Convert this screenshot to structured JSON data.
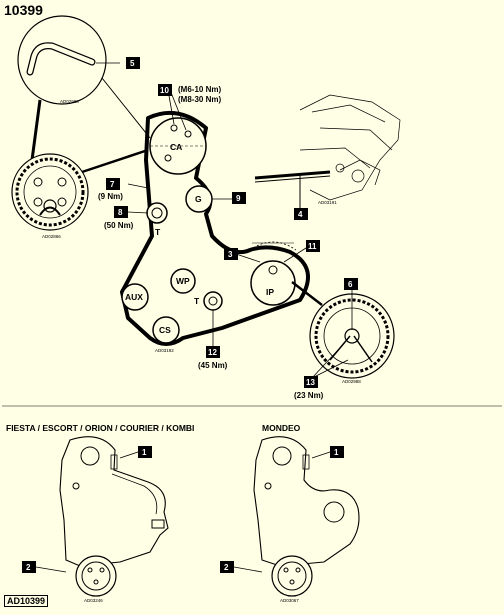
{
  "doc_number": "10399",
  "ref_tag": "AD10399",
  "torques": {
    "camshaft": [
      "(M6-10 Nm)",
      "(M8-30 Nm)"
    ],
    "item7": "(9 Nm)",
    "item8": "(50 Nm)",
    "item12": "(45 Nm)",
    "item13": "(23 Nm)"
  },
  "pulleys": {
    "camshaft": "CA",
    "guide": "G",
    "tensioner": "T",
    "aux": "AUX",
    "water_pump": "WP",
    "crankshaft": "CS",
    "injection_pump": "IP"
  },
  "callouts": [
    "1",
    "2",
    "3",
    "4",
    "5",
    "6",
    "7",
    "8",
    "9",
    "10",
    "11",
    "12",
    "13"
  ],
  "variants": {
    "left": "FIESTA / ESCORT / ORION / COURIER / KOMBI",
    "right": "MONDEO"
  },
  "small_refs": {
    "r1": "AD02988",
    "r2": "AD02866",
    "r3": "AD03191",
    "r4": "AD03192",
    "r5": "AD02988",
    "r6": "AD03246",
    "r7": "AD03067"
  },
  "colors": {
    "background": "#ffffe6",
    "ink": "#000000",
    "belt": "#000000"
  }
}
